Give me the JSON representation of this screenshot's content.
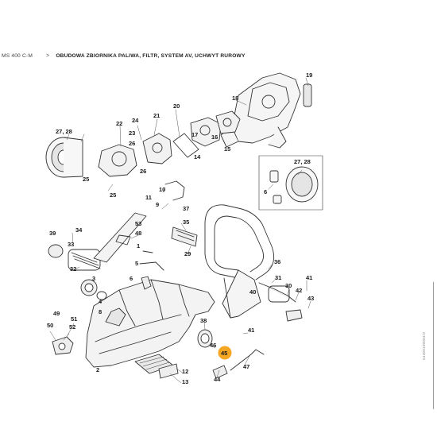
{
  "breadcrumb": {
    "model": "MS 400 C-M",
    "separator": ">",
    "title": "OBUDOWA ZBIORNIKA PALIWA, FILTR, SYSTEM AV, UCHWYT RUROWY"
  },
  "diagram": {
    "drawing_code": "54400100084\\3",
    "highlight_color": "#F5A623",
    "callouts": [
      "1",
      "2",
      "3",
      "4",
      "5",
      "6",
      "8",
      "9",
      "10",
      "11",
      "12",
      "13",
      "14",
      "15",
      "16",
      "17",
      "18",
      "19",
      "20",
      "21",
      "22",
      "23",
      "24",
      "25",
      "26",
      "27, 28",
      "29",
      "30",
      "31",
      "32",
      "33",
      "34",
      "35",
      "36",
      "37",
      "38",
      "39",
      "40",
      "41",
      "42",
      "43",
      "44",
      "45",
      "46",
      "47",
      "48",
      "49",
      "50",
      "51",
      "52",
      "53"
    ],
    "highlighted_callout": "45"
  }
}
